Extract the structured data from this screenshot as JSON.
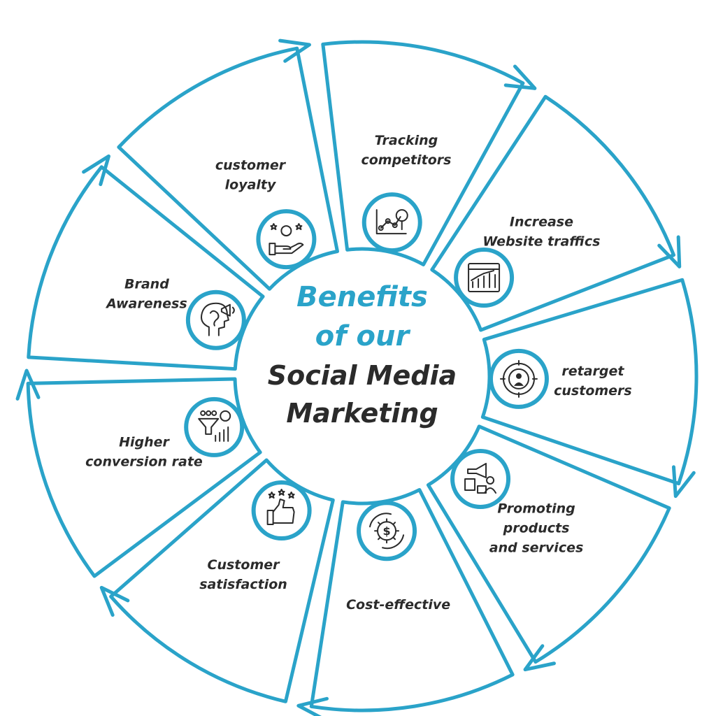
{
  "diagram": {
    "title_lines": [
      "Benefits",
      "of our",
      "Social Media",
      "Marketing"
    ],
    "colors": {
      "accent": "#2aa3c9",
      "dark": "#2b2b2b",
      "background": "#ffffff"
    },
    "segments": [
      {
        "id": "tracking-competitors",
        "label_lines": [
          "Tracking",
          "competitors"
        ],
        "icon": "line-chart-magnifier-icon"
      },
      {
        "id": "increase-website-traffics",
        "label_lines": [
          "Increase",
          "Website traffics"
        ],
        "icon": "browser-growth-chart-icon"
      },
      {
        "id": "retarget-customers",
        "label_lines": [
          "retarget",
          "customers"
        ],
        "icon": "target-person-icon"
      },
      {
        "id": "promoting-products",
        "label_lines": [
          "Promoting",
          "products",
          "and services"
        ],
        "icon": "megaphone-person-icon"
      },
      {
        "id": "cost-effective",
        "label_lines": [
          "Cost-effective"
        ],
        "icon": "gear-dollar-cycle-icon"
      },
      {
        "id": "customer-satisfaction",
        "label_lines": [
          "Customer",
          "satisfaction"
        ],
        "icon": "thumbs-up-stars-icon"
      },
      {
        "id": "higher-conversion-rate",
        "label_lines": [
          "Higher",
          "conversion rate"
        ],
        "icon": "funnel-growth-chart-icon"
      },
      {
        "id": "brand-awareness",
        "label_lines": [
          "Brand",
          "Awareness"
        ],
        "icon": "head-megaphone-icon"
      },
      {
        "id": "customer-loyalty",
        "label_lines": [
          "customer",
          "loyalty"
        ],
        "icon": "hand-person-stars-icon"
      }
    ]
  }
}
